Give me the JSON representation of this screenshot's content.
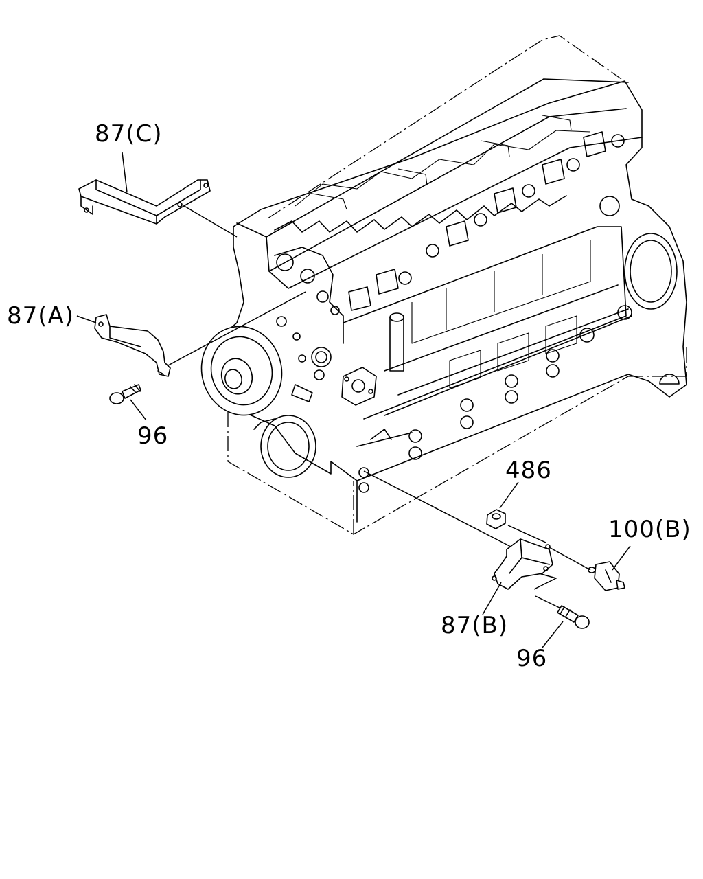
{
  "labels": {
    "bracket_c": "87(C)",
    "bracket_a": "87(A)",
    "bolt_left": "96",
    "nut": "486",
    "switch": "100(B)",
    "bracket_b": "87(B)",
    "bolt_right": "96"
  }
}
